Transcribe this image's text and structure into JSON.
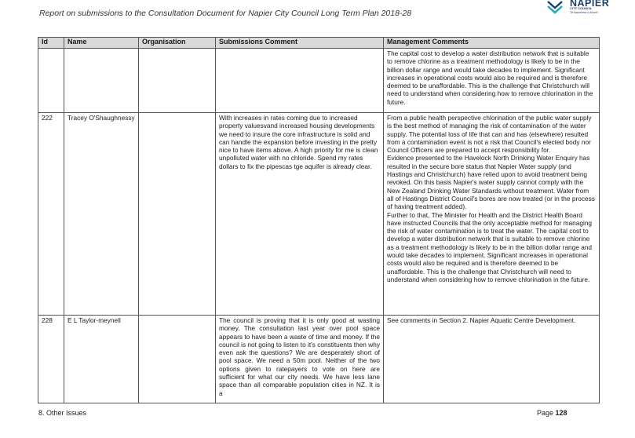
{
  "header": {
    "title": "Report on submissions to the Consultation Document for Napier City Council Long Term Plan 2018-28"
  },
  "logo": {
    "name": "NAPIER",
    "sub": "CITY COUNCIL",
    "tagline": "Te Kaunihera o Ahuriri",
    "colors": {
      "blue": "#1d3f6e",
      "teal": "#1aa6b7"
    }
  },
  "table": {
    "columns": [
      "Id",
      "Name",
      "Organisation",
      "Submissions Comment",
      "Management Comments"
    ],
    "rows": [
      {
        "id": "",
        "name": "",
        "organisation": "",
        "submission": "",
        "management": [
          "The capital cost to develop a water distribution network that is suitable to remove chlorine as a treatment methodology is likely to be in the billion dollar range and would take decades to implement. Significant increases in operational costs would also be required and is therefore deemed to be unaffordable. This is the challenge that Christchurch will need to understand when considering how to remove chlorination in the future."
        ]
      },
      {
        "id": "222",
        "name": "Tracey O'Shaughnessy",
        "organisation": "",
        "submission": "With increases in rates coming due to increased property valuesvand increased housing developments we need to insure the core infrastructure is solid and can handle the expansion before investing in the pretty nice to have items above. A high priority for me is clean unpolluted water with no chloride. Spend my rates dollars to fix the pipescas tge aquifer is already clear.",
        "management": [
          "From a public health perspective chlorination of the public water supply is the best method of managing the risk of contamination of the water supply. The potential loss of life that can and has (elsewhere) resulted from a contamination event is not a risk that Council's elected body nor Council Officers are prepared to accept responsibility for.",
          "Evidence presented to the Havelock North Drinking Water Enquiry has resulted in the secure bore status that Napier Water supply (and Hastings and Christchurch) have relied upon to avoid treatment being revoked. On this basis Napier's water supply cannot comply with the New Zealand Drinking Water Standards without treatment. Water from all of Hastings District Council's bores are now treated (or in the process of having treatment added).",
          "Further to that, The Minister for Health and the District Health Board have instructed Councils that the only acceptable method for managing the risk of water contamination is to treat the water. The capital cost to develop a water distribution network that is suitable to remove chlorine as a treatment methodology is likely to be in the billion dollar range and would take decades to implement. Significant increases in operational costs would also be required and is therefore deemed to be unaffordable. This is the challenge that Christchurch will need to understand when considering how to remove chlorination in the future."
        ]
      },
      {
        "id": "228",
        "name": "E L Taylor-meynell",
        "organisation": "",
        "submission": "The council is proving that it is only good at wasting money. The consultation last year over pool space appears to have been a waste of time and money. If the council is not going to listen to it's constituents then why even ask the questions? We are desperately short of pool space. We need a 50m pool. Neither of the two options given to ratepayers to vote on here are sufficient for what our city needs. We have less lane space than all comparable population cities in NZ. It is a",
        "management": [
          "See comments in Section 2. Napier Aquatic Centre Development."
        ]
      }
    ]
  },
  "footer": {
    "section": "8. Other Issues",
    "page_label": "Page",
    "page_number": "128"
  }
}
